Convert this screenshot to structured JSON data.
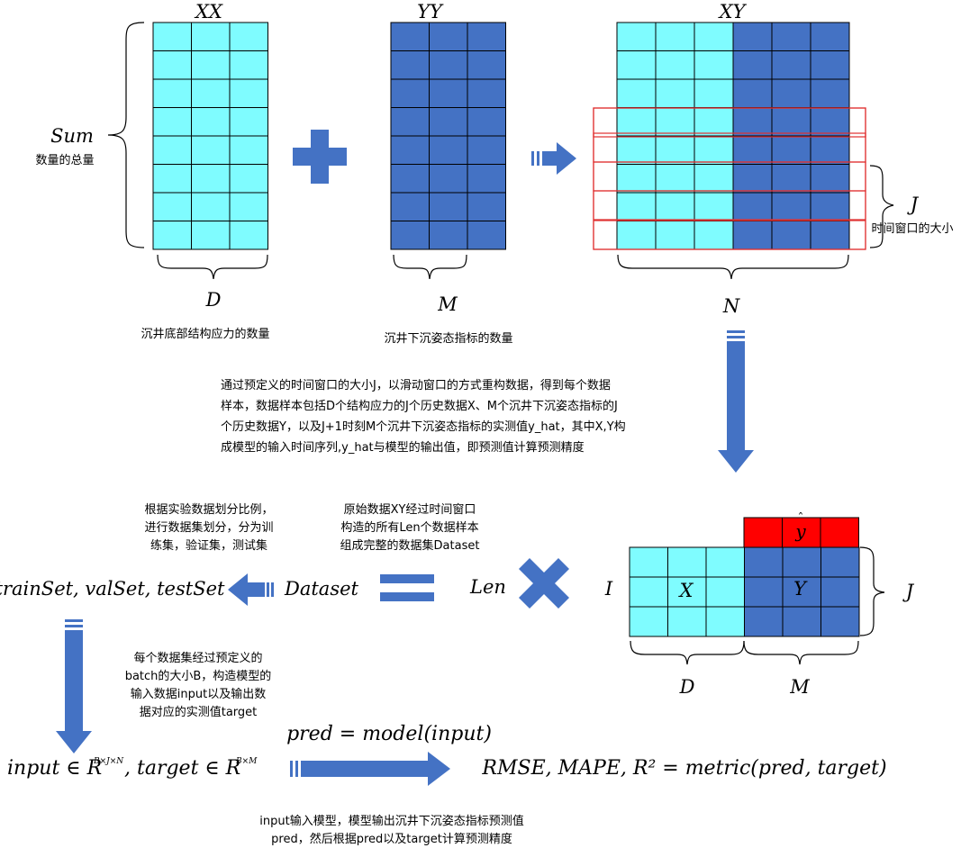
{
  "colors": {
    "cyan": "#7ffcff",
    "blue": "#4472c4",
    "red_fill": "#ff0000",
    "red_line": "#e03030",
    "arrow": "#4472c4"
  },
  "top": {
    "xx_label": "XX",
    "yy_label": "YY",
    "xy_label": "XY",
    "sum_label": "Sum",
    "sum_desc": "数量的总量",
    "d_label": "D",
    "d_desc": "沉井底部结构应力的数量",
    "m_label": "M",
    "m_desc": "沉井下沉姿态指标的数量",
    "n_label": "N",
    "j_label": "J",
    "j_desc": "时间窗口的大小"
  },
  "middle": {
    "explain_lines": [
      "通过预定义的时间窗口的大小J，以滑动窗口的方式重构数据，得到每个数据",
      "样本，数据样本包括D个结构应力的J个历史数据X、M个沉井下沉姿态指标的J",
      "个历史数据Y，以及J+1时刻M个沉井下沉姿态指标的实测值y_hat，其中X,Y构",
      "成模型的输入时间序列,y_hat与模型的输出值，即预测值计算预测精度"
    ],
    "split_lines": [
      "根据实验数据划分比例，",
      "进行数据集划分，分为训",
      "练集，验证集，测试集"
    ],
    "dataset_desc_lines": [
      "原始数据XY经过时间窗口",
      "构造的所有Len个数据样本",
      "组成完整的数据集Dataset"
    ],
    "sets_label": "trainSet, valSet, testSet",
    "dataset_label": "Dataset",
    "len_label": "Len",
    "i_label": "I",
    "x_label": "X",
    "y_label": "Y",
    "yhat_label": "y",
    "j_label": "J",
    "d_label": "D",
    "m_label": "M"
  },
  "bottom": {
    "batch_lines": [
      "每个数据集经过预定义的",
      "batch的大小B，构造模型的",
      "输入数据input以及输出数",
      "据对应的实测值target"
    ],
    "pred_formula": "pred = model(input)",
    "input_formula": "input ∈ R",
    "input_sup": "B×J×N",
    "target_formula": ", target ∈ R",
    "target_sup": "B×M",
    "metric_formula": "RMSE, MAPE, R² = metric(pred, target)",
    "output_lines": [
      "input输入模型，模型输出沉井下沉姿态指标预测值",
      "pred，然后根据pred以及target计算预测精度"
    ]
  }
}
